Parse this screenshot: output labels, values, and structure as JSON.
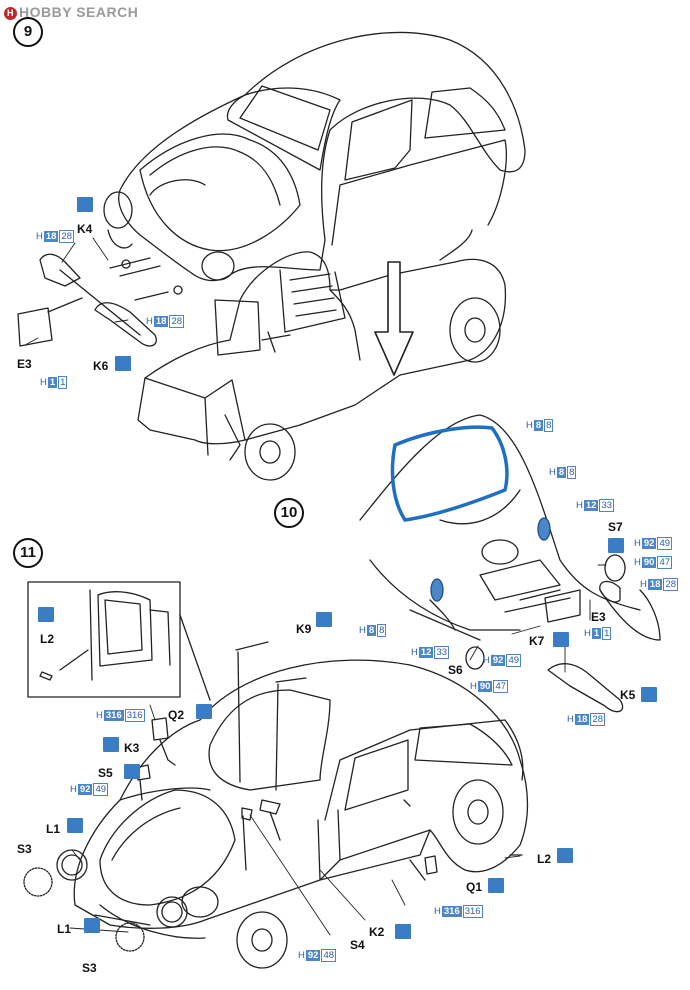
{
  "watermark": {
    "brand": "HOBBY SEARCH"
  },
  "steps": [
    "9",
    "10",
    "11"
  ],
  "colors": {
    "code_blue": "#4a86c9",
    "window_seal": "#1f6fc3",
    "ink": "#111111"
  },
  "icons": {
    "tool": "cement-glue-icon"
  },
  "parts": {
    "K4": "K4",
    "E3": "E3",
    "K6": "K6",
    "S7": "S7",
    "E3b": "E3",
    "K7": "K7",
    "S6": "S6",
    "K5": "K5",
    "K9": "K9",
    "L2a": "L2",
    "Q2": "Q2",
    "K3": "K3",
    "S5": "S5",
    "L1a": "L1",
    "S3a": "S3",
    "L1b": "L1",
    "S3b": "S3",
    "L2b": "L2",
    "Q1": "Q1",
    "K2": "K2",
    "S4": "S4"
  },
  "paint_codes": {
    "c1": {
      "prefix": "H",
      "a": "18",
      "b": "28"
    },
    "c2": {
      "prefix": "H",
      "a": "18",
      "b": "28"
    },
    "c3": {
      "prefix": "H",
      "a": "1",
      "b": "1"
    },
    "c4": {
      "prefix": "H",
      "a": "8",
      "b": "8"
    },
    "c5": {
      "prefix": "H",
      "a": "8",
      "b": "8"
    },
    "c6": {
      "prefix": "H",
      "a": "12",
      "b": "33"
    },
    "c7": {
      "prefix": "H",
      "a": "92",
      "b": "49"
    },
    "c8": {
      "prefix": "H",
      "a": "90",
      "b": "47"
    },
    "c9": {
      "prefix": "H",
      "a": "18",
      "b": "28"
    },
    "c10": {
      "prefix": "H",
      "a": "8",
      "b": "8"
    },
    "c11": {
      "prefix": "H",
      "a": "1",
      "b": "1"
    },
    "c12": {
      "prefix": "H",
      "a": "12",
      "b": "33"
    },
    "c13": {
      "prefix": "H",
      "a": "92",
      "b": "49"
    },
    "c14": {
      "prefix": "H",
      "a": "90",
      "b": "47"
    },
    "c15": {
      "prefix": "H",
      "a": "18",
      "b": "28"
    },
    "c16": {
      "prefix": "H",
      "a": "316",
      "b": "316"
    },
    "c17": {
      "prefix": "H",
      "a": "92",
      "b": "49"
    },
    "c18": {
      "prefix": "H",
      "a": "316",
      "b": "316"
    },
    "c19": {
      "prefix": "H",
      "a": "92",
      "b": "48"
    }
  }
}
